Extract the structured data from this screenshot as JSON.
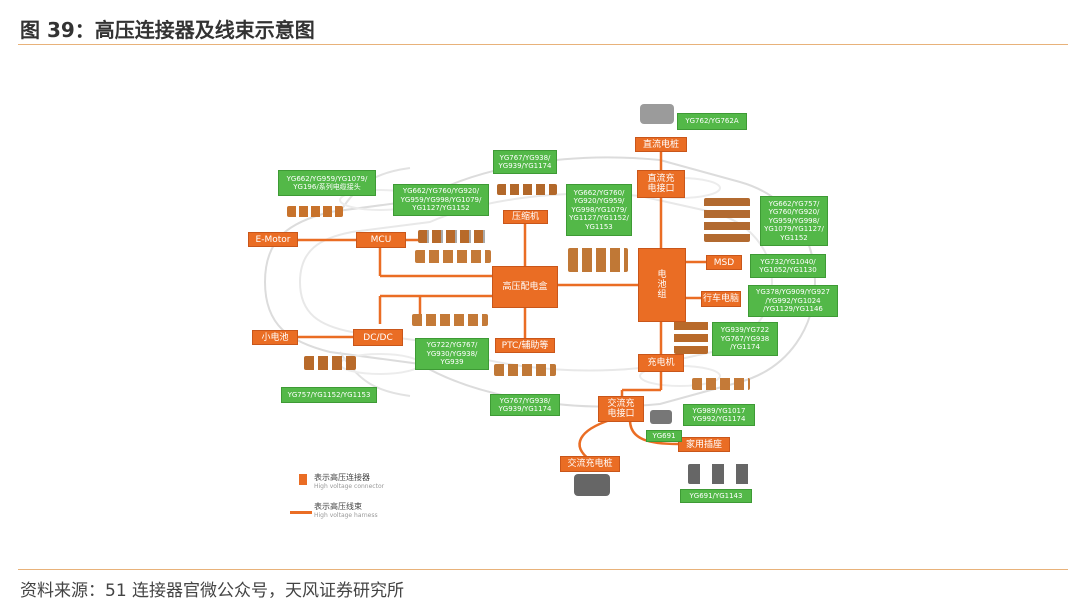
{
  "title": "图 39：高压连接器及线束示意图",
  "footer": "资料来源：51 连接器官微公众号，天风证券研究所",
  "components": {
    "e_motor": "E-Motor",
    "mcu": "MCU",
    "compressor": "压缩机",
    "hv_box": "高压配电盒",
    "ptc": "PTC/辅助等",
    "small_battery": "小电池",
    "dcdc": "DC/DC",
    "dc_charger": "直流电桩",
    "dc_port": "直流充电接口",
    "battery_pack": "电池组",
    "msd": "MSD",
    "drive_motor": "行车电脑",
    "obc": "充电机",
    "ac_port": "交流充电接口",
    "ac_pile": "交流充电桩",
    "home_socket": "家用插座"
  },
  "codes": {
    "top_right": [
      "YG762/YG762A"
    ],
    "emotor_top": [
      "YG662/YG959/YG1079/",
      "YG196/系列电缆接头"
    ],
    "compressor_top": [
      "YG767/YG938/",
      "YG939/YG1174"
    ],
    "mcu_mid": [
      "YG662/YG760/YG920/",
      "YG959/YG998/YG1079/",
      "YG1127/YG1152"
    ],
    "battery_left": [
      "YG662/YG760/",
      "YG920/YG959/",
      "YG998/YG1079/",
      "YG1127/YG1152/",
      "YG1153"
    ],
    "right_top": [
      "YG662/YG757/",
      "YG760/YG920/",
      "YG959/YG998/",
      "YG1079/YG1127/",
      "YG1152"
    ],
    "right_msd": [
      "YG732/YG1040/",
      "YG1052/YG1130"
    ],
    "right_drive": [
      "YG378/YG909/YG927",
      "/YG992/YG1024",
      "/YG1129/YG1146"
    ],
    "right_obc": [
      "YG939/YG722",
      "YG767/YG938",
      "/YG1174"
    ],
    "dcdc_bottom": [
      "YG722/YG767/",
      "YG930/YG938/",
      "YG939"
    ],
    "small_batt_bottom": [
      "YG757/YG1152/YG1153"
    ],
    "ptc_bottom": [
      "YG767/YG938/",
      "YG939/YG1174"
    ],
    "ac_right": [
      "YG989/YG1017",
      "YG992/YG1174"
    ],
    "ac_small": [
      "YG691"
    ],
    "home_bottom": [
      "YG691/YG1143"
    ]
  },
  "legend": {
    "connector_cn": "表示高压连接器",
    "connector_en": "High voltage connector",
    "harness_cn": "表示高压线束",
    "harness_en": "High voltage harness"
  },
  "colors": {
    "connector": "#ea6d24",
    "code_box": "#53b848",
    "harness": "#ea6d24",
    "rule": "#e8b27a"
  }
}
